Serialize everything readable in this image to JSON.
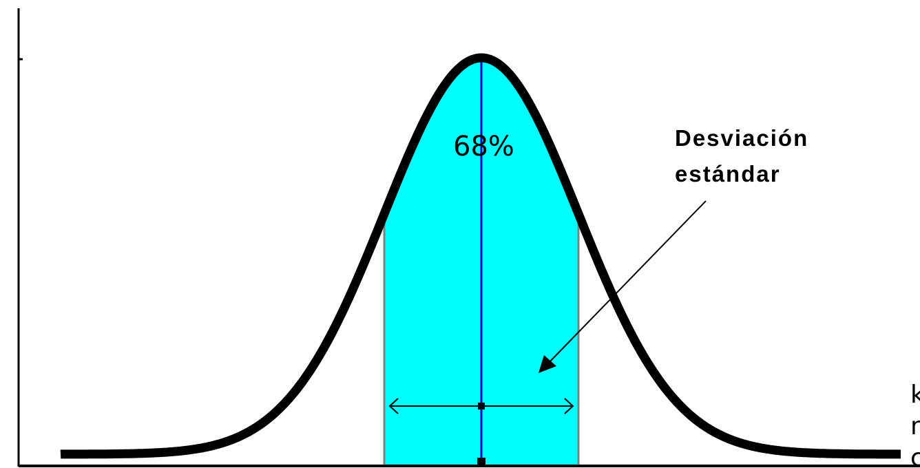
{
  "diagram": {
    "shaded_percent_label": "68%",
    "annotation": {
      "line1": "Desviación",
      "line2": "estándar"
    },
    "cropped_text": [
      "k",
      "n",
      "c"
    ],
    "colors": {
      "curve": "#000000",
      "shaded_region": "#00ffff",
      "mean_line": "#0000cc",
      "boundary_lines": "#808080",
      "axes": "#000000"
    }
  },
  "chart_data": {
    "type": "area",
    "shaded_fraction": 0.68,
    "shaded_range_sigma": [
      -1,
      1
    ]
  }
}
